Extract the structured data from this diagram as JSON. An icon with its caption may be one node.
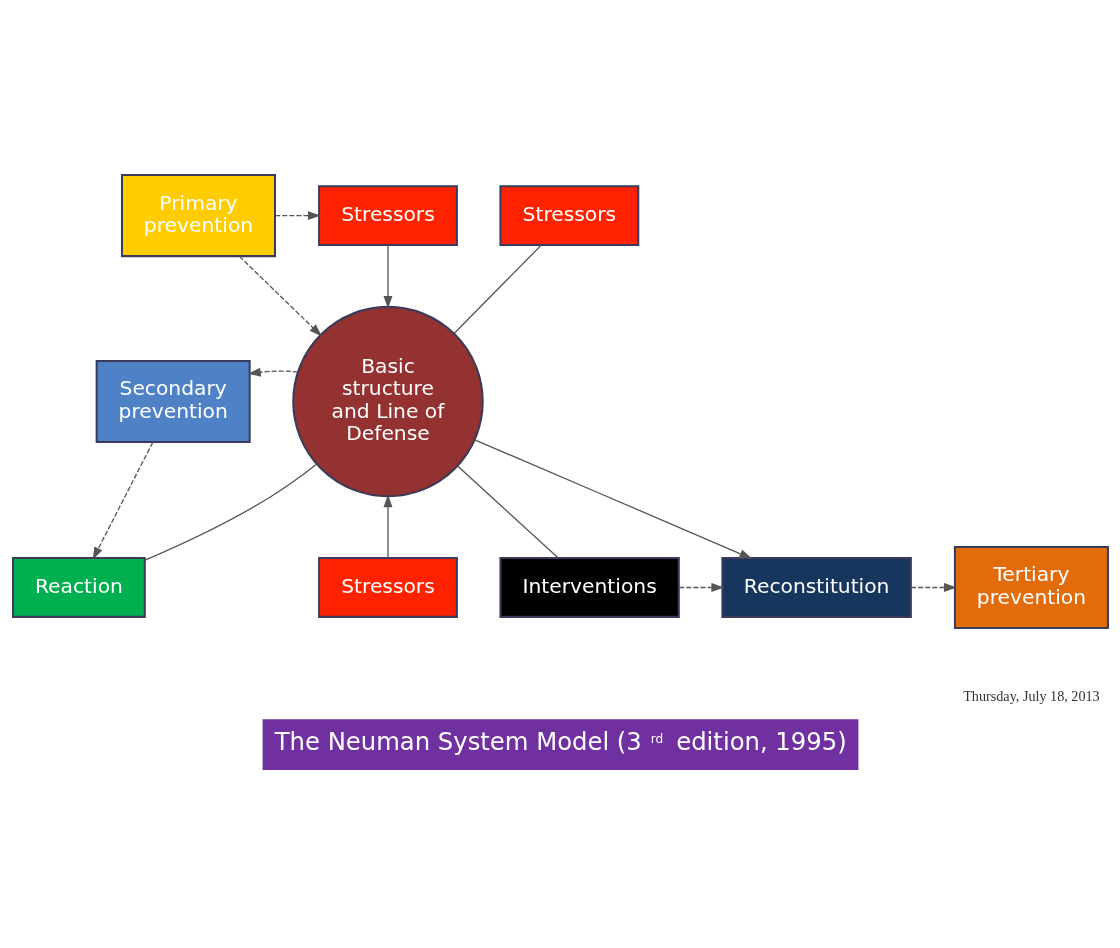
{
  "diagram": {
    "title": "The Neuman System Model (3 $^{rd}$ edition, 1995)",
    "nodes": [
      {
        "text": [
          "Primary prevention"
        ]
      },
      {
        "text": [
          "Stressors"
        ]
      },
      {
        "text": [
          "Stressors"
        ]
      },
      {
        "text": [
          "Basic structure and Line of Defense"
        ]
      },
      {
        "text": [
          "Secondary prevention"
        ]
      },
      {
        "text": [
          "Reaction"
        ]
      },
      {
        "text": [
          "Tertiary prevention"
        ]
      },
      {
        "text": [
          "Interventions"
        ]
      },
      {
        "text": [
          "Reconstitution"
        ]
      },
      {
        "text": [
          "Stressors"
        ]
      }
    ],
    "edges": [
      {
        "from": 0,
        "to": 1,
        "arrow": "to",
        "style": "dashed"
      },
      {
        "from": 1,
        "to": 3,
        "arrow": "to"
      },
      {
        "from": 2,
        "to": 3,
        "arrow": "none"
      },
      {
        "from": 0,
        "to": 3,
        "arrow": "to",
        "style": "dashed"
      },
      {
        "from": 3,
        "to": 4,
        "arrow": "to",
        "style": "dashed"
      },
      {
        "from": 4,
        "to": 5,
        "arrow": "to",
        "style": "dashed"
      },
      {
        "from": 5,
        "to": 3,
        "arrow": "none"
      },
      {
        "from": 3,
        "to": 8,
        "arrow": "to"
      },
      {
        "from": 9,
        "to": 3,
        "arrow": "to"
      },
      {
        "from": 7,
        "to": 3,
        "arrow": "none"
      },
      {
        "from": 7,
        "to": 8,
        "arrow": "to",
        "style": "dashed"
      },
      {
        "from": 8,
        "to": 6,
        "arrow": "to",
        "style": "dashed"
      }
    ],
    "labels": [
      "Thursday, July 18, 2013"
    ]
  }
}
